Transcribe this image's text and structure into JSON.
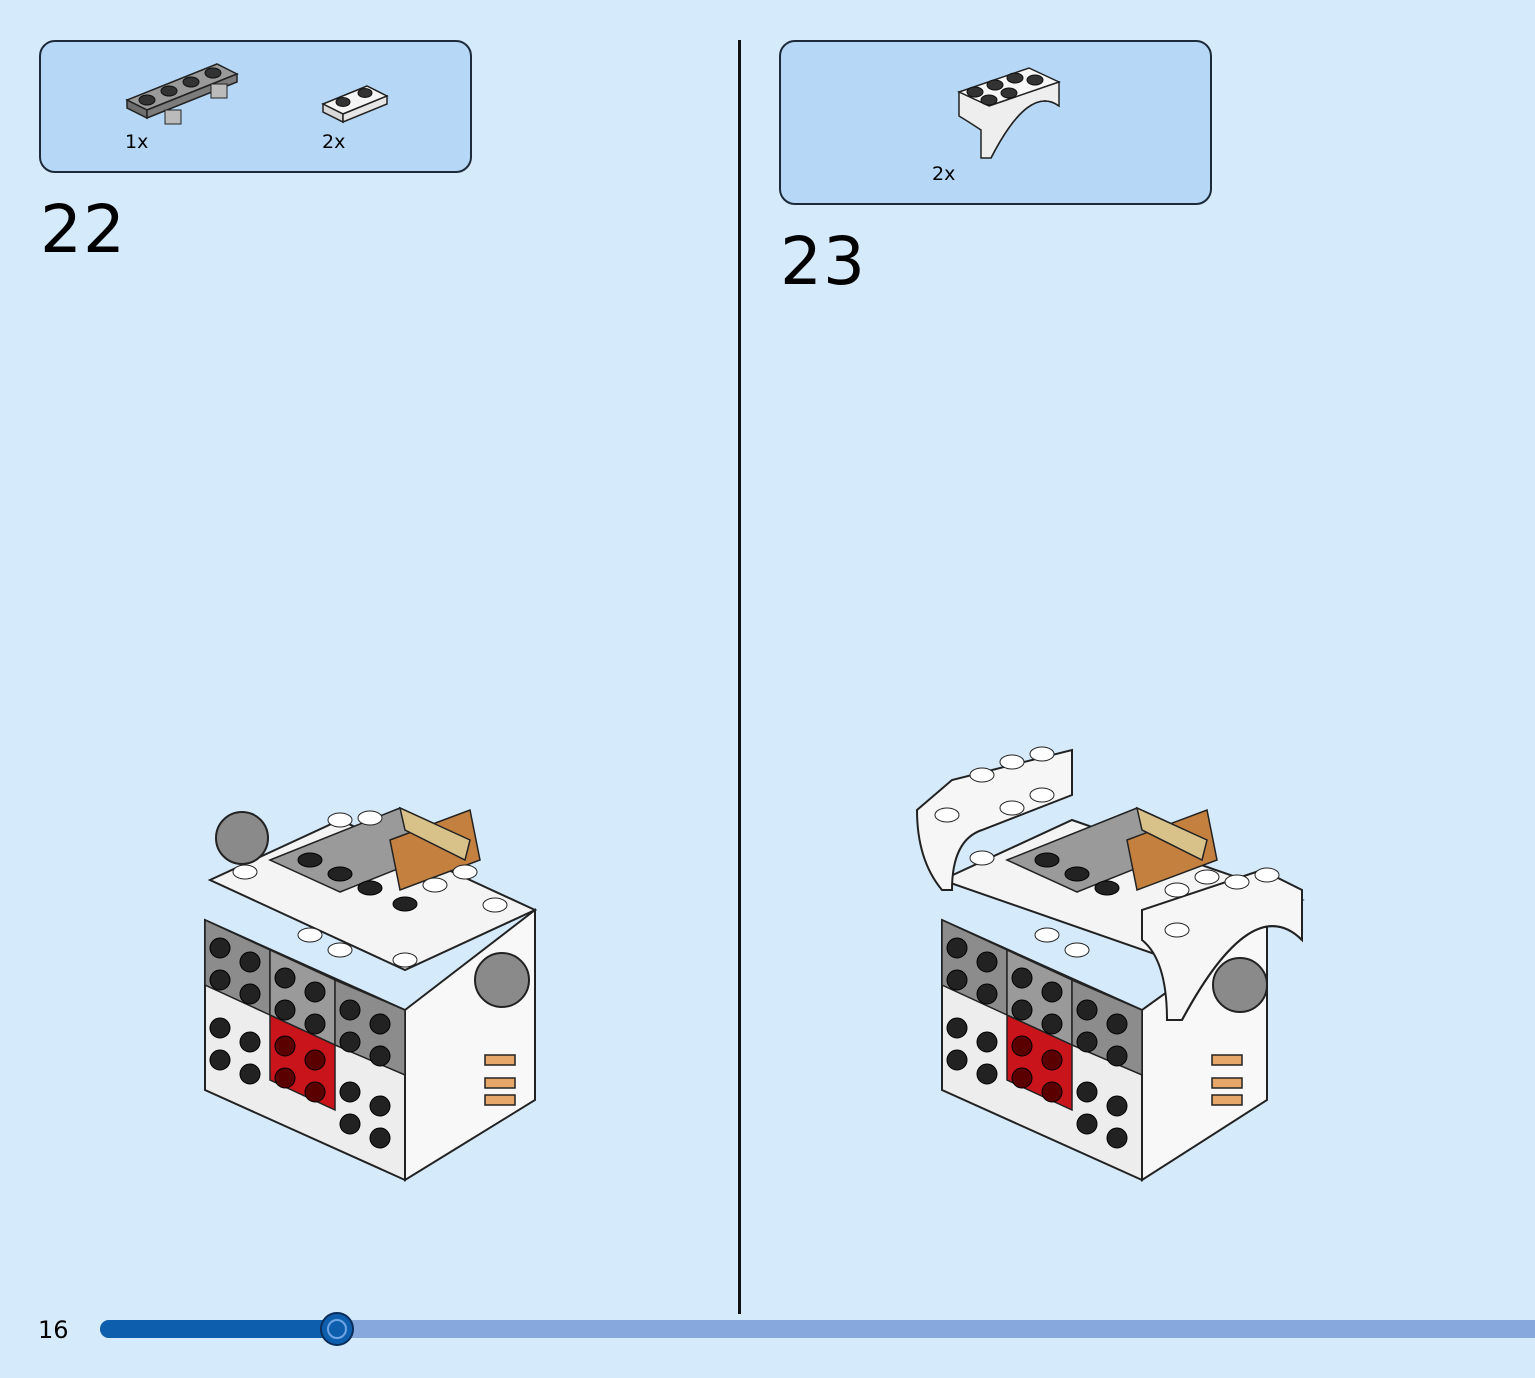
{
  "page": {
    "number": "16",
    "progress_fraction": 0.165
  },
  "steps": [
    {
      "number": "22",
      "parts": [
        {
          "qty": "1x",
          "icon": "gray-plate-with-clips-icon"
        },
        {
          "qty": "2x",
          "icon": "white-plate-1x2-icon"
        }
      ],
      "model_icon": "step-22-model-icon"
    },
    {
      "number": "23",
      "parts": [
        {
          "qty": "2x",
          "icon": "white-arch-brick-icon"
        }
      ],
      "model_icon": "step-23-model-icon"
    }
  ],
  "colors": {
    "background": "#d5eafa",
    "parts_box": "#b6d8f6",
    "progress_fill": "#0d5fae",
    "progress_track": "#87a8dc",
    "brick_red": "#c8141a",
    "brick_gray": "#8c8c8c"
  }
}
